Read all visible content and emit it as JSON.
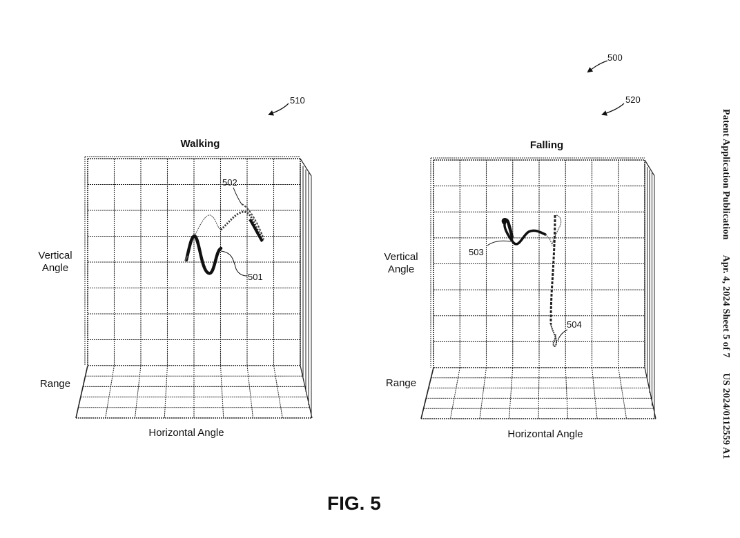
{
  "header": {
    "publication": "Patent Application Publication",
    "date_sheet": "Apr. 4, 2024   Sheet 5 of 7",
    "number": "US 2024/0112559 A1"
  },
  "figure": {
    "label": "FIG. 5",
    "ref_overall": "500"
  },
  "panels": [
    {
      "ref": "510",
      "title": "Walking",
      "vertical_axis": "Vertical\nAngle",
      "range_axis": "Range",
      "horizontal_axis": "Horizontal Angle",
      "trace_refs": [
        "501",
        "502"
      ]
    },
    {
      "ref": "520",
      "title": "Falling",
      "vertical_axis": "Vertical\nAngle",
      "range_axis": "Range",
      "horizontal_axis": "Horizontal Angle",
      "trace_refs": [
        "503",
        "504"
      ]
    }
  ]
}
